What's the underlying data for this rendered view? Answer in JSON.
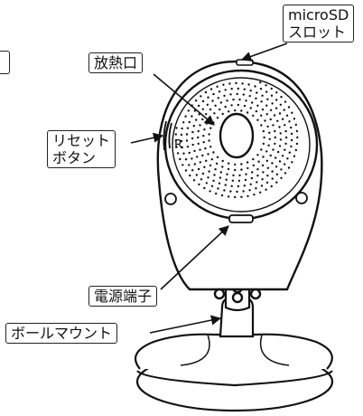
{
  "labels": {
    "microsd_line1": "microSD",
    "microsd_line2": "スロット",
    "vent": "放熱口",
    "reset_line1": "リセット",
    "reset_line2": "ボタン",
    "reset_mark": "R",
    "power": "電源端子",
    "mount": "ボールマウント"
  }
}
